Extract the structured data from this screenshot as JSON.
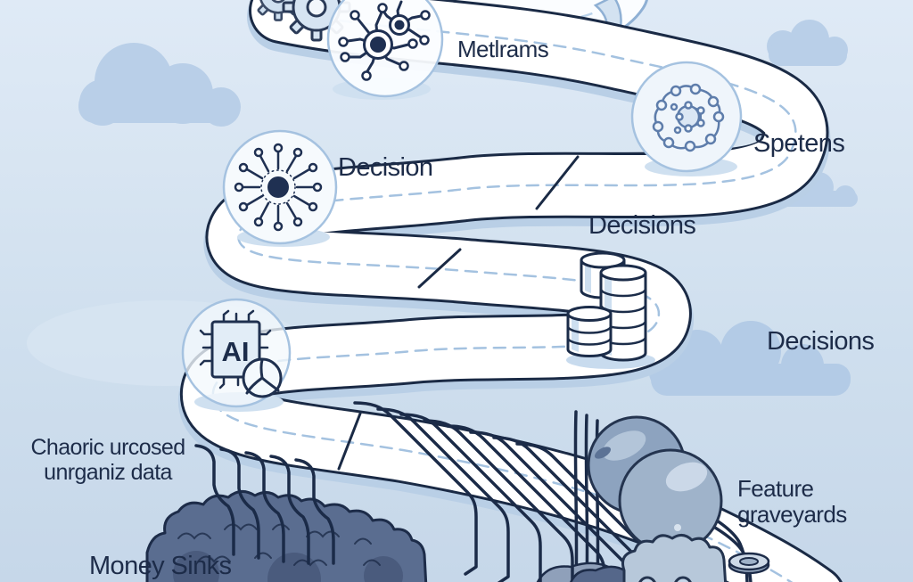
{
  "illustration": {
    "labels": {
      "metlrams": "Metlrams",
      "decision": "Decision",
      "spetens": "Spetens",
      "decisions_mid": "Decisions",
      "decisions_right": "Decisions",
      "chaotic_line1": "Chaoric urcosed",
      "chaotic_line2": "unrganiz data",
      "feature_line1": "Feature",
      "feature_line2": "graveyards",
      "money_sinks": "Money Sinks",
      "ai_chip_text": "AI"
    },
    "icons": {
      "gear": "gear-icon",
      "circuit_nodes": "circuit-node-icon",
      "neuron_burst": "neuron-burst-icon",
      "molecule_cluster": "molecule-cluster-icon",
      "ai_chip": "ai-chip-icon",
      "pie_chart": "pie-chart-icon",
      "database_stack": "database-stack-icon",
      "cloud": "cloud-icon",
      "boulder": "boulder-icon",
      "rock_pile": "rock-pile-icon",
      "coin": "coin-icon",
      "cable": "cable-icon",
      "road": "winding-road"
    },
    "colors": {
      "background_top": "#dfeaf6",
      "background_bottom": "#c6d7e9",
      "cloud": "#b9cfe8",
      "cloud_large": "#b3cbe6",
      "road_fill": "#ffffff",
      "road_outline": "#1a2a45",
      "road_dash": "#a4c2e0",
      "road_side_shadow": "#b9cfe6",
      "light_road_outline": "#8fb0d4",
      "ink_text": "#1d2c49",
      "icon_stroke": "#1f3052",
      "soft_icon_stroke": "#5e7dab",
      "bubble_border": "#a5c2e0",
      "dark_rock": "#5a6d90",
      "dark_rock_shade": "#4a5b7d",
      "boulder_back": "#8da3bf",
      "boulder_front": "#9fb3ca",
      "rock_light": "#b7c8da",
      "cable": "#1b2b48"
    }
  }
}
